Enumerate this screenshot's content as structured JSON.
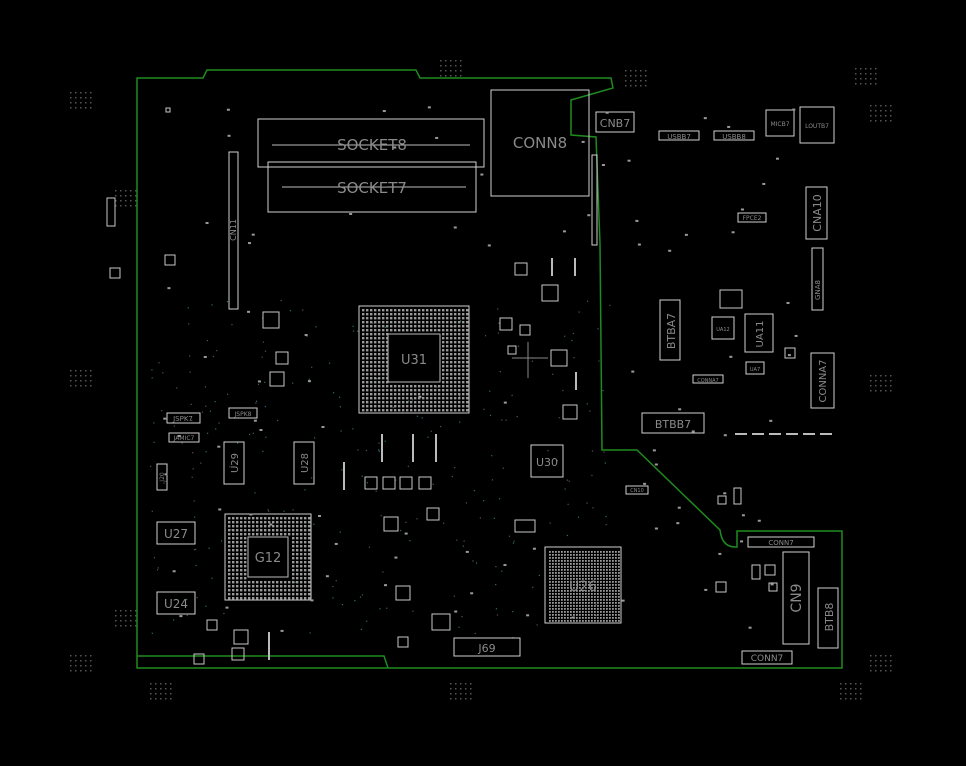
{
  "board": {
    "outline_color": "#1f8a1f",
    "background": "#000000",
    "silk_color": "#d0d0d0",
    "text_color": "#8a8a8a"
  },
  "labels": {
    "socket8": "SOCKET8",
    "socket7": "SOCKET7",
    "conn8": "CONN8",
    "cnb7": "CNB7",
    "usbb7": "USBB7",
    "usbb8": "USBB8",
    "micb7": "MICB7",
    "loutb7": "LOUTB7",
    "cna10": "CNA10",
    "fpce2": "FPCE2",
    "cn11": "CN11",
    "u31": "U31",
    "btba7": "BTBA7",
    "ua11": "UA11",
    "gna8": "GNA8",
    "conna7": "CONNA7",
    "btbb7": "BTBB7",
    "jspk7": "JSPK7",
    "jspk8": "JSPK8",
    "jamic7": "JAMIC7",
    "u29": "U29",
    "u28": "U28",
    "u30": "U30",
    "u27": "U27",
    "g12": "G12",
    "u24": "U24",
    "u26": "U26",
    "j69": "J69",
    "conn7_top": "CONN7",
    "conn7_bottom": "CONN7",
    "cn9": "CN9",
    "btb8": "BTB8",
    "cn10": "CN10",
    "ua12": "UA12",
    "ua7": "UA7",
    "j20": "J20",
    "conna2": "CONNA7"
  }
}
